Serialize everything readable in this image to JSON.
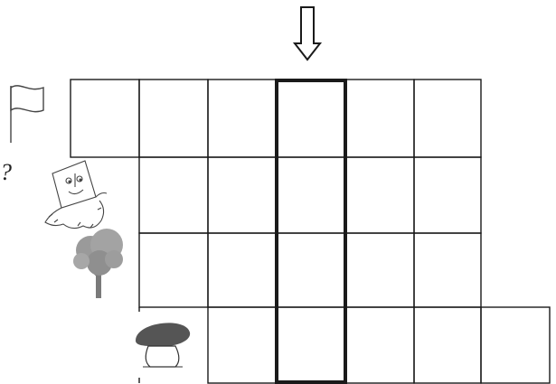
{
  "diagram": {
    "stray_mark": "?",
    "grid": {
      "rows": [
        {
          "cells": 6
        },
        {
          "cells": 5
        },
        {
          "cells": 5
        },
        {
          "cells": 5
        }
      ],
      "highlighted_column": 4
    },
    "icons": [
      "down-arrow-icon",
      "flag-icon",
      "kite-icon",
      "tree-icon",
      "mushroom-icon"
    ],
    "colors": {
      "ink": "#1a1a1a",
      "tree": "#9a9a9a",
      "mushroom_cap": "#555555"
    }
  }
}
